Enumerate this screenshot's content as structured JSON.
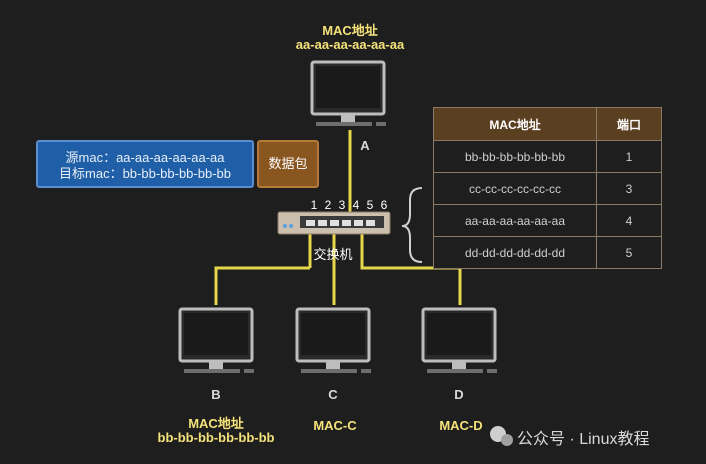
{
  "top_node": {
    "mac_title": "MAC地址",
    "mac_value": "aa-aa-aa-aa-aa-aa",
    "letter": "A"
  },
  "packet": {
    "src": "源mac：aa-aa-aa-aa-aa-aa",
    "dst": "目标mac：bb-bb-bb-bb-bb-bb",
    "payload": "数据包"
  },
  "switch": {
    "label": "交换机",
    "ports": [
      "1",
      "2",
      "3",
      "4",
      "5",
      "6"
    ]
  },
  "table": {
    "headers": [
      "MAC地址",
      "端口"
    ],
    "rows": [
      [
        "bb-bb-bb-bb-bb-bb",
        "1"
      ],
      [
        "cc-cc-cc-cc-cc-cc",
        "3"
      ],
      [
        "aa-aa-aa-aa-aa-aa",
        "4"
      ],
      [
        "dd-dd-dd-dd-dd-dd",
        "5"
      ]
    ]
  },
  "nodes": [
    {
      "letter": "B",
      "mac_title": "MAC地址",
      "mac_value": "bb-bb-bb-bb-bb-bb"
    },
    {
      "letter": "C",
      "mac_value": "MAC-C"
    },
    {
      "letter": "D",
      "mac_value": "MAC-D"
    }
  ],
  "watermark": "公众号 · Linux教程",
  "colors": {
    "link": "#e6d84a",
    "mac_text": "#f4e27a",
    "packet_bg": "#1f5fa7",
    "payload_bg": "#8a5620",
    "table_header": "#5a3f20"
  }
}
